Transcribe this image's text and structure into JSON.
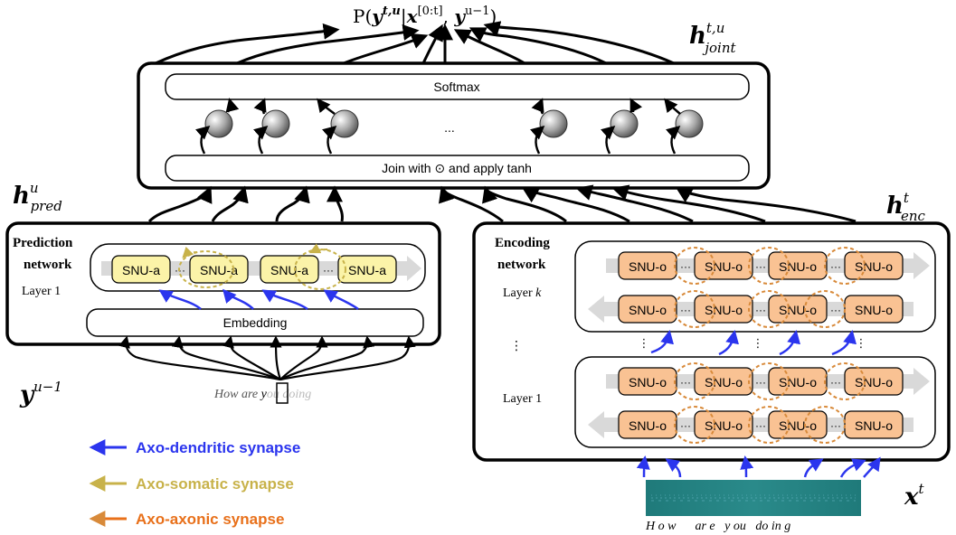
{
  "output": {
    "prob_label": "P(y^{t,u} | x^{[0:t]}, y^{u-1})",
    "prob_parts": {
      "p": "P(",
      "y": "y",
      "y_sup": "t,u",
      "bar": "|",
      "x": "x",
      "x_sup": "[0:t]",
      "comma": ", ",
      "y2": "y",
      "y2_sup": "u−1",
      "close": ")"
    }
  },
  "joint": {
    "h_label": {
      "h": "h",
      "sup": "t,u",
      "sub": "joint"
    },
    "softmax": "Softmax",
    "join": "Join with ⊙ and apply tanh",
    "ellipsis": "..."
  },
  "prediction": {
    "h_label": {
      "h": "h",
      "sup": "u",
      "sub": "pred"
    },
    "title_line1": "Prediction",
    "title_line2": "network",
    "layer": "Layer 1",
    "snu_label": "SNU-a",
    "embedding": "Embedding",
    "input_label": {
      "y": "y",
      "sup": "u−1"
    },
    "input_text": {
      "pre": "How are ",
      "hl": "y",
      "post": "ou doing"
    }
  },
  "encoding": {
    "h_label": {
      "h": "h",
      "sup": "t",
      "sub": "enc"
    },
    "title_line1": "Encoding",
    "title_line2": "network",
    "layer_k_prefix": "Layer ",
    "layer_k_var": "k",
    "layer_1": "Layer 1",
    "snu_label": "SNU-o",
    "dots": "⋮",
    "input_label": {
      "x": "x",
      "sup": "t"
    },
    "audio_caption": "H o w      ar e   y ou   do in g"
  },
  "legend": [
    {
      "label": "Axo-dendritic synapse",
      "color": "#2b35ee"
    },
    {
      "label": "Axo-somatic synapse",
      "color": "#c8b24a"
    },
    {
      "label": "Axo-axonic synapse",
      "color": "#e8701a"
    }
  ],
  "colors": {
    "snu_a_fill": "#fbf3a8",
    "snu_o_fill": "#f9c293",
    "dendritic": "#2b35ee",
    "somatic": "#c8b24a",
    "axonic": "#d88a3a",
    "arrow_band": "#d9d9d9",
    "audio": "#1f7a7a"
  }
}
